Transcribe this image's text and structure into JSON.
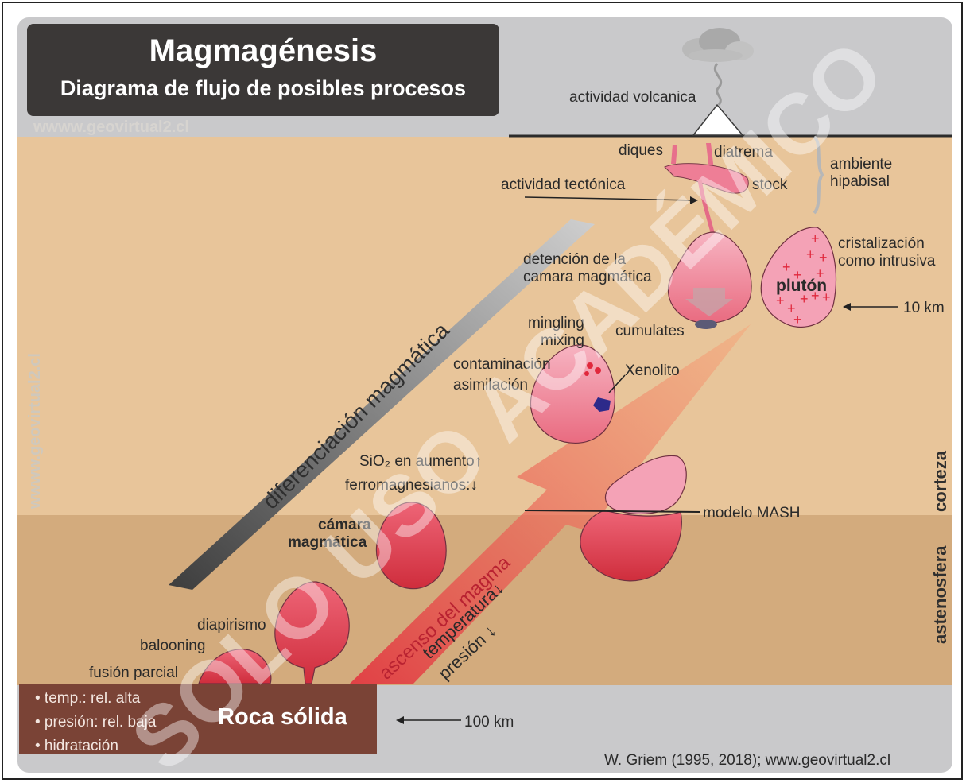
{
  "title": {
    "main": "Magmagénesis",
    "sub": "Diagrama de flujo de posibles procesos"
  },
  "watermarks": {
    "top": "wwww.geovirtual2.cl",
    "side": "wwww.geovirtual2.cl",
    "diagonal": "SOLO USO ACADÉMICO"
  },
  "labels": {
    "volcanic": "actividad volcanica",
    "dikes": "diques",
    "diatreme": "diatrema",
    "stock": "stock",
    "tectonic": "actividad tectónica",
    "hypabyssal_1": "ambiente",
    "hypabyssal_2": "hipabisal",
    "detention_1": "detención de la",
    "detention_2": "camara magmática",
    "crystallization_1": "cristalización",
    "crystallization_2": "como intrusiva",
    "pluton": "plutón",
    "depth_10": "10 km",
    "cumulates": "cumulates",
    "mingling": "mingling",
    "mixing": "mixing",
    "contamination": "contaminación",
    "assimilation": "asimilación",
    "xenolith": "Xenolito",
    "differentiation": "diferenciación magmática",
    "sio2": "SiO₂ en aumento↑",
    "ferro": "ferromagnesianos:↓",
    "chamber_1": "cámara",
    "chamber_2": "magmática",
    "mash": "modelo MASH",
    "crust": "corteza",
    "asthenosphere": "astenosfera",
    "ascent": "ascenso del magma",
    "temperature": "temperatura↓",
    "pressure": "presión ↓",
    "diapirism": "diapirismo",
    "ballooning": "balooning",
    "partial_melting": "fusión parcial",
    "solid_rock": "Roca sólida",
    "depth_100": "100 km",
    "credit": "W. Griem (1995, 2018); www.geovirtual2.cl"
  },
  "conditions": [
    "• temp.: rel. alta",
    "• presión: rel. baja",
    "• hidratación"
  ],
  "colors": {
    "sky": "#c9c9cb",
    "crust": "#e8c59a",
    "asthenosphere": "#d3ab7d",
    "solid_rock": "#7a4336",
    "title_box": "#3b3837",
    "magma_light": "#f2a0b1",
    "magma_dark": "#d9404e",
    "arrow_red": "#e8505c",
    "arrow_gray": "#6e6e6e"
  }
}
